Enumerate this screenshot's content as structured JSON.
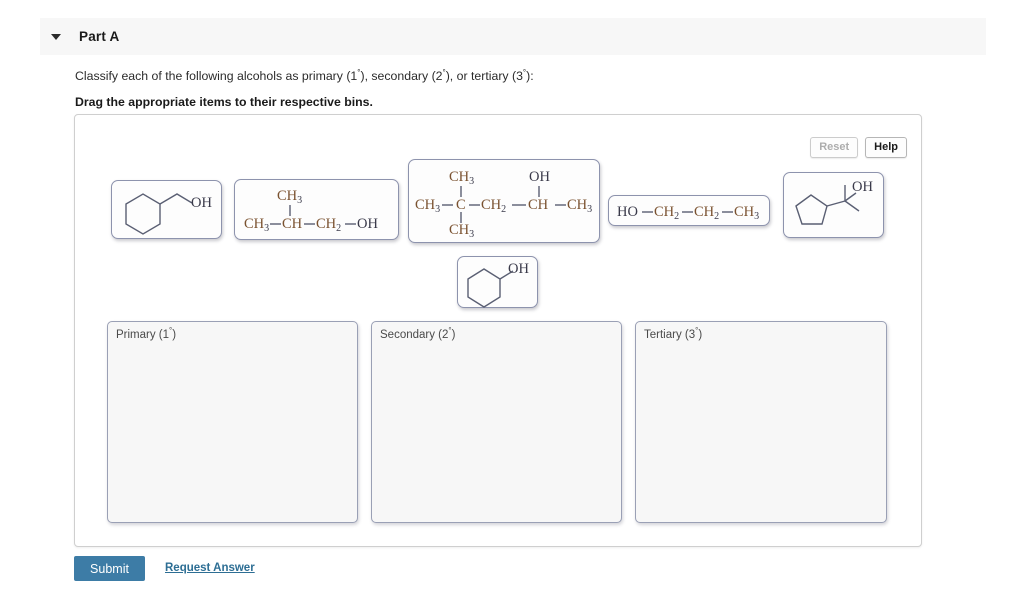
{
  "header": {
    "collapse_icon": "triangle-down-icon",
    "title": "Part A"
  },
  "prompt": {
    "line1_a": "Classify each of the following alcohols as primary (1",
    "line1_b": "), secondary (2",
    "line1_c": "), or tertiary (3",
    "line1_d": "):",
    "degree": "°",
    "drag_note": "Drag the appropriate items to their respective bins."
  },
  "tools": {
    "reset_label": "Reset",
    "help_label": "Help",
    "reset_state": "disabled",
    "help_state": "active"
  },
  "tiles": [
    {
      "id": "cyclohexylmethanol",
      "name": "molecule-tile-cyclohexylmethanol",
      "structure": "cyclohexane ring with CH2-OH",
      "labels": [
        "OH"
      ]
    },
    {
      "id": "isobutanol",
      "name": "molecule-tile-isobutanol",
      "structure": "CH3-CH(CH3)-CH2-OH",
      "top": "CH3",
      "chain": [
        "CH3",
        "CH",
        "CH2",
        "OH"
      ]
    },
    {
      "id": "dimethylpentanol",
      "name": "molecule-tile-dimethylpentanol",
      "structure": "CH3-C(CH3)2-CH2-CH(OH)-CH3",
      "top_left": "CH3",
      "top_right": "OH",
      "bottom": "CH3",
      "chain": [
        "CH3",
        "C",
        "CH2",
        "CH",
        "CH3"
      ]
    },
    {
      "id": "propanol",
      "name": "molecule-tile-propanol",
      "structure": "HO-CH2-CH2-CH3",
      "chain": [
        "HO",
        "CH2",
        "CH2",
        "CH3"
      ]
    },
    {
      "id": "cyclopentylpropanol",
      "name": "molecule-tile-cyclopentylpropanol",
      "structure": "cyclopentane with C(CH3)2-OH",
      "labels": [
        "OH"
      ]
    },
    {
      "id": "cyclohexanol",
      "name": "molecule-tile-cyclohexanol",
      "structure": "cyclohexane ring with OH",
      "labels": [
        "OH"
      ]
    }
  ],
  "bins": [
    {
      "id": "primary",
      "label_text": "Primary (1",
      "degree": "°",
      "label_tail": ")"
    },
    {
      "id": "secondary",
      "label_text": "Secondary (2",
      "degree": "°",
      "label_tail": ")"
    },
    {
      "id": "tertiary",
      "label_text": "Tertiary (3",
      "degree": "°",
      "label_tail": ")"
    }
  ],
  "footer": {
    "submit_label": "Submit",
    "request_answer_label": "Request Answer"
  },
  "colors": {
    "submit_blue": "#3d7ca6",
    "link_blue": "#2d6e94",
    "header_bg": "#f7f7f7",
    "tile_border": "#8d93ad",
    "bin_bg": "#f7f7f7",
    "bond": "#5a5f73",
    "carbon_text": "#7a5230"
  }
}
